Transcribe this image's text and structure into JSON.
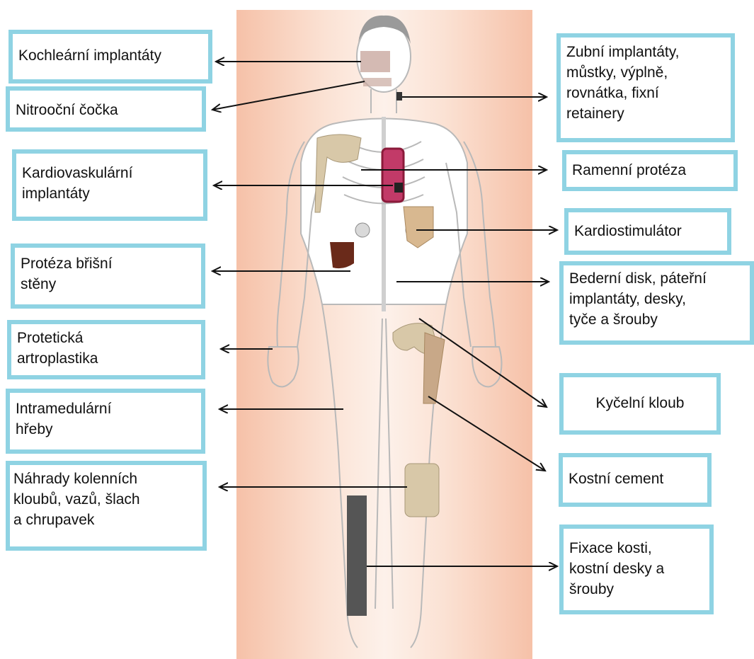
{
  "colors": {
    "box_border": "#8fd3e3",
    "body_bg": "#f6c1a8",
    "arrow": "#111111",
    "implant_red": "#8b1a3a",
    "implant_brown": "#6a2a1a"
  },
  "labels": {
    "cochlear": "Kochleární implantáty",
    "intraocular": "Nitrooční čočka",
    "cardiovascular": "Kardiovaskulární\nimplantáty",
    "abdominal": "Protéza břišní\nstěny",
    "arthroplasty": "Protetická\nartroplastika",
    "intramedullary": "Intramedulární\nhřeby",
    "knee": "Náhrady kolenních\nkloubů, vazů, šlach\na chrupavek",
    "dental": "Zubní implantáty,\nmůstky, výplně,\nrovnátka, fixní\nretainery",
    "shoulder": "Ramenní protéza",
    "pacemaker": "Kardiostimulátor",
    "spinal": "Bederní disk, páteřní\nimplantáty, desky,\ntyče a šrouby",
    "hip": "Kyčelní kloub",
    "bone_cement": "Kostní cement",
    "bone_fixation": "Fixace kosti,\nkostní desky a\nšrouby"
  }
}
